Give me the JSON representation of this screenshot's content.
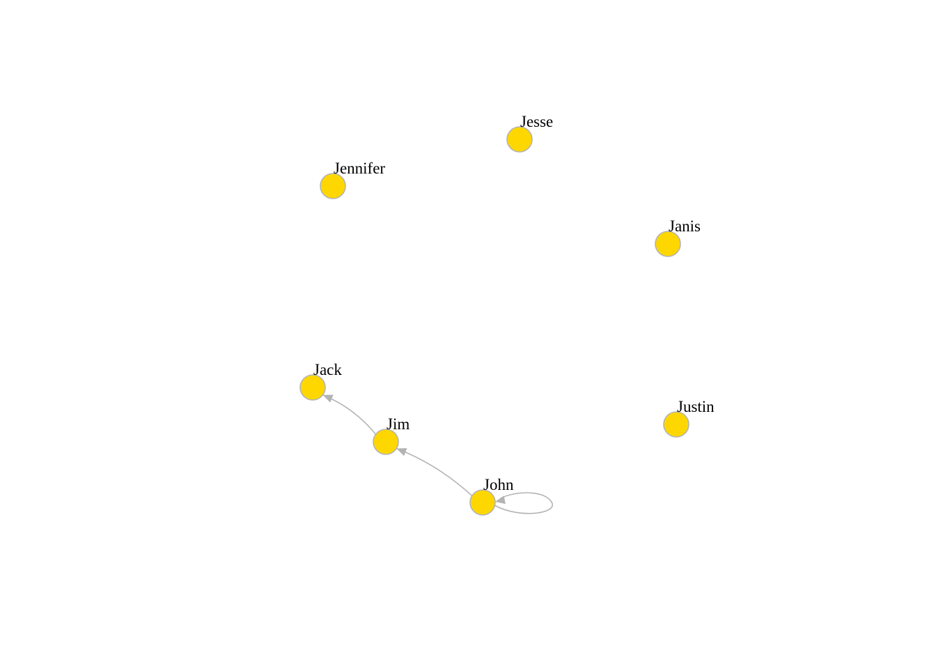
{
  "graph": {
    "directed": true,
    "colors": {
      "node_fill": "#FFD700",
      "node_border": "#B3B3B3",
      "edge": "#B3B3B3",
      "label": "#000000",
      "background": "#FFFFFF"
    },
    "nodes": [
      {
        "id": "Jesse",
        "label": "Jesse"
      },
      {
        "id": "Jennifer",
        "label": "Jennifer"
      },
      {
        "id": "Janis",
        "label": "Janis"
      },
      {
        "id": "Jack",
        "label": "Jack"
      },
      {
        "id": "Jim",
        "label": "Jim"
      },
      {
        "id": "Justin",
        "label": "Justin"
      },
      {
        "id": "John",
        "label": "John"
      }
    ],
    "edges": [
      {
        "from": "John",
        "to": "John"
      },
      {
        "from": "John",
        "to": "Jim"
      },
      {
        "from": "Jim",
        "to": "Jack"
      }
    ]
  }
}
